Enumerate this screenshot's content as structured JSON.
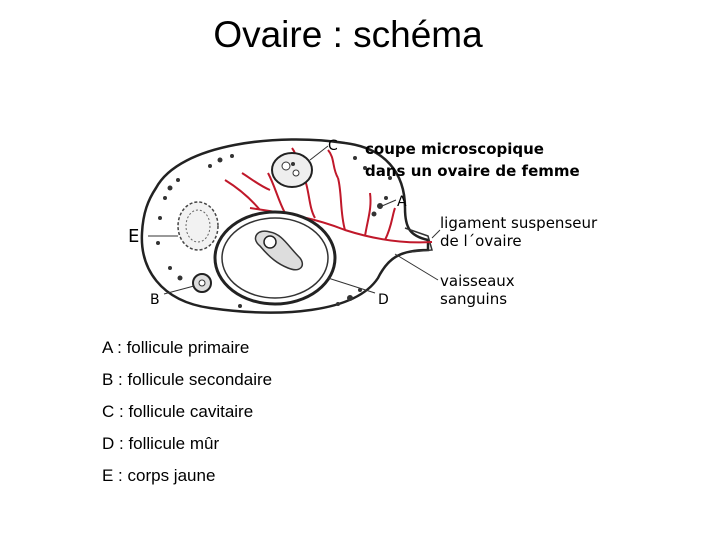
{
  "title": "Ovaire : schéma",
  "diagram": {
    "heading_line1": "coupe microscopique",
    "heading_line2": "dans un ovaire de femme",
    "labels": {
      "A": "A",
      "B": "B",
      "C": "C",
      "D": "D",
      "E": "E"
    },
    "ligament_line1": "ligament suspenseur",
    "ligament_line2": "de l´ovaire",
    "vaisseaux_line1": "vaisseaux",
    "vaisseaux_line2": "sanguins"
  },
  "legend": [
    "A : follicule primaire",
    "B : follicule secondaire",
    "C : follicule cavitaire",
    "D : follicule mûr",
    "E : corps jaune"
  ]
}
